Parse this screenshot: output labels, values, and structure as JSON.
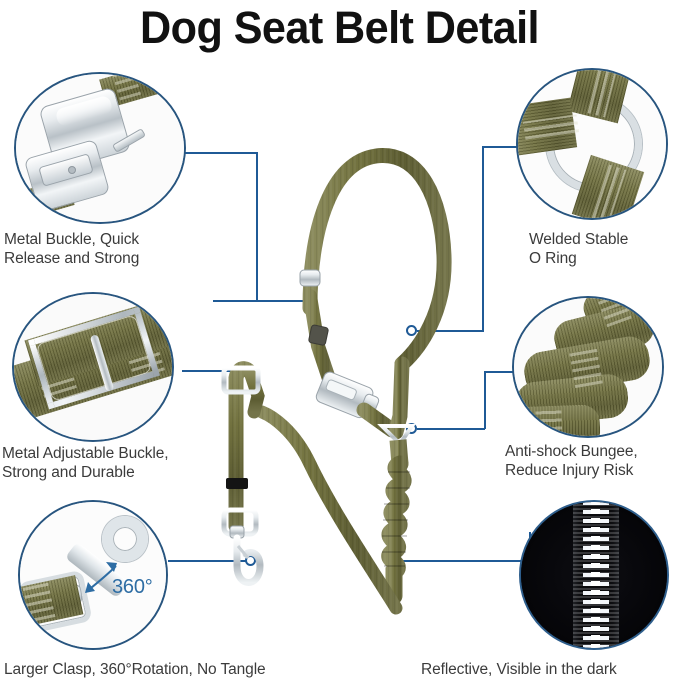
{
  "page": {
    "title": "Dog Seat Belt Detail",
    "background_color": "#ffffff",
    "accent_color": "#1F5A96",
    "circle_stroke_color": "#28557F",
    "caption_color": "#3B3B3B",
    "webbing_color": "#70703F",
    "metal_color": "#cdd4d9"
  },
  "callouts": {
    "left": [
      {
        "id": "metal-buckle",
        "caption": "Metal Buckle, Quick\nRelease and Strong",
        "image_name": "metal-buckle-photo"
      },
      {
        "id": "metal-adjustable-buckle",
        "caption": "Metal Adjustable Buckle,\nStrong and Durable",
        "image_name": "adjustable-buckle-photo"
      },
      {
        "id": "larger-clasp",
        "caption": "",
        "image_name": "swivel-clasp-photo",
        "badge": "360°"
      }
    ],
    "right": [
      {
        "id": "welded-o-ring",
        "caption": "Welded Stable\nO Ring",
        "image_name": "o-ring-photo"
      },
      {
        "id": "anti-shock-bungee",
        "caption": "Anti-shock Bungee,\nReduce Injury Risk",
        "image_name": "bungee-photo"
      },
      {
        "id": "reflective-dark",
        "caption": "",
        "image_name": "reflective-night-photo"
      }
    ]
  },
  "footer": {
    "left_caption": "Larger Clasp,   360°Rotation, No Tangle",
    "right_caption": "Reflective,   Visible in the dark"
  },
  "product": {
    "name": "dog-seat-belt",
    "parts": [
      "head-loop-strap",
      "quick-release-buckle",
      "triangle-junction",
      "bungee-section",
      "adjuster-slider-strap",
      "black-elastic-keeper",
      "swivel-snap-clasp"
    ]
  }
}
